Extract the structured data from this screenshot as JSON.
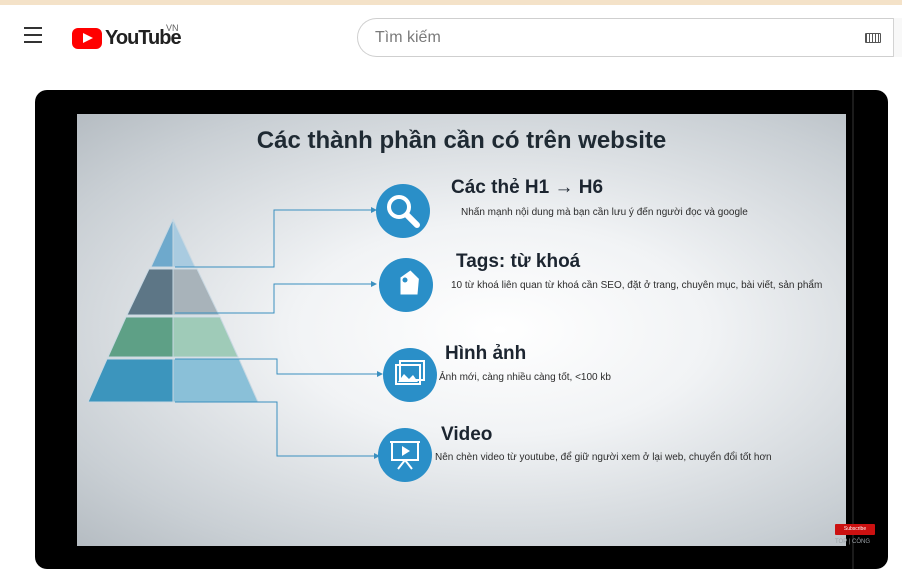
{
  "header": {
    "logo_text": "YouTube",
    "region": "VN",
    "search_placeholder": "Tìm kiếm"
  },
  "video": {
    "slide_title": "Các thành phần cần có trên website",
    "items": [
      {
        "title": "Các thẻ H1 → H6",
        "desc": "Nhấn mạnh nội dung mà bạn cần lưu ý đến người đọc và google",
        "icon": "magnifier-icon"
      },
      {
        "title": "Tags: từ khoá",
        "desc": "10 từ khoá liên quan từ khoá cần SEO, đặt ở trang, chuyên mục, bài viết, sản phẩm",
        "icon": "tag-icon"
      },
      {
        "title": "Hình ảnh",
        "desc": "Ảnh mới, càng nhiều càng tốt, <100 kb",
        "icon": "images-icon"
      },
      {
        "title": "Video",
        "desc": "Nên chèn video từ youtube, để giữ người xem ở lại web, chuyển đổi tốt hơn",
        "icon": "video-board-icon"
      }
    ],
    "subscribe_label": "Subscribe",
    "watermark": "TOP | CÔNG"
  },
  "colors": {
    "accent_blue": "#2a8fc8",
    "youtube_red": "#ff0000"
  }
}
